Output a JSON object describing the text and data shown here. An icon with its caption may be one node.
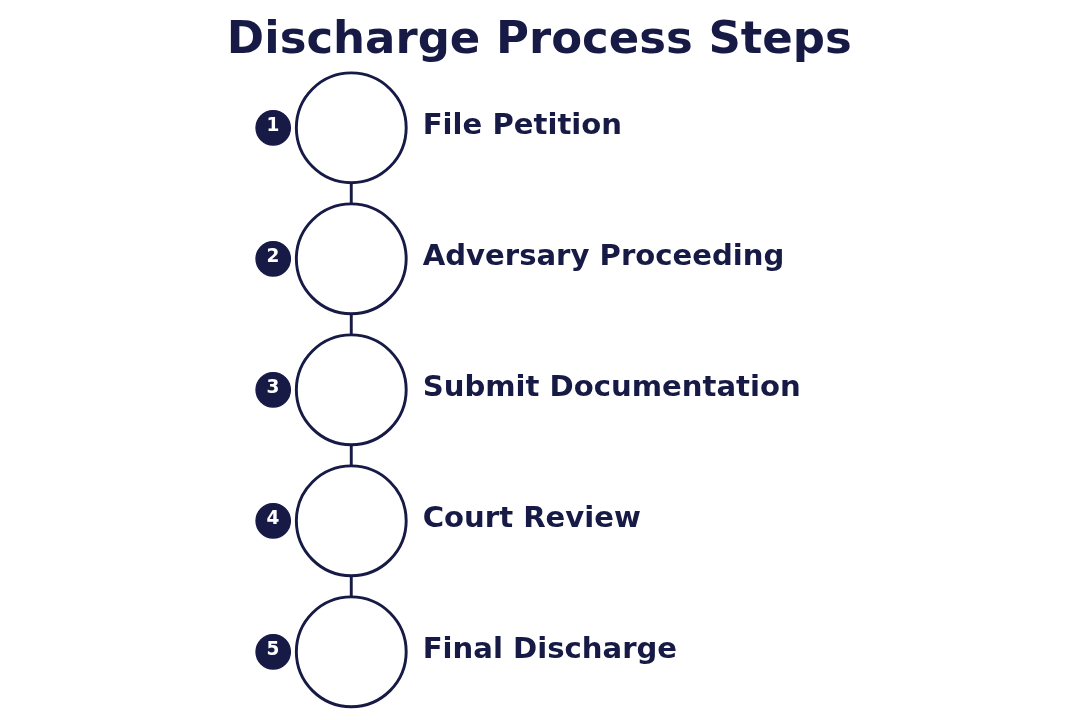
{
  "diagram": {
    "title": "Discharge Process Steps",
    "nodes": [
      {
        "text": [
          "1"
        ]
      },
      {
        "text": [],
        "shape": "circle",
        "beside": [
          "File Petition"
        ]
      },
      {
        "text": [
          "2"
        ]
      },
      {
        "text": [],
        "shape": "circle",
        "beside": [
          "Adversary Proceeding"
        ]
      },
      {
        "text": [
          "3"
        ]
      },
      {
        "text": [],
        "shape": "circle",
        "beside": [
          "Submit Documentation"
        ]
      },
      {
        "text": [
          "4"
        ]
      },
      {
        "text": [],
        "shape": "circle",
        "beside": [
          "Court Review"
        ]
      },
      {
        "text": [
          "5"
        ]
      },
      {
        "text": [],
        "shape": "circle",
        "beside": [
          "Final Discharge"
        ]
      }
    ],
    "edges": [
      {
        "from": 1,
        "to": 3,
        "arrow": "none"
      },
      {
        "from": 3,
        "to": 5,
        "arrow": "none"
      },
      {
        "from": 5,
        "to": 7,
        "arrow": "none"
      },
      {
        "from": 7,
        "to": 9,
        "arrow": "none"
      }
    ]
  }
}
